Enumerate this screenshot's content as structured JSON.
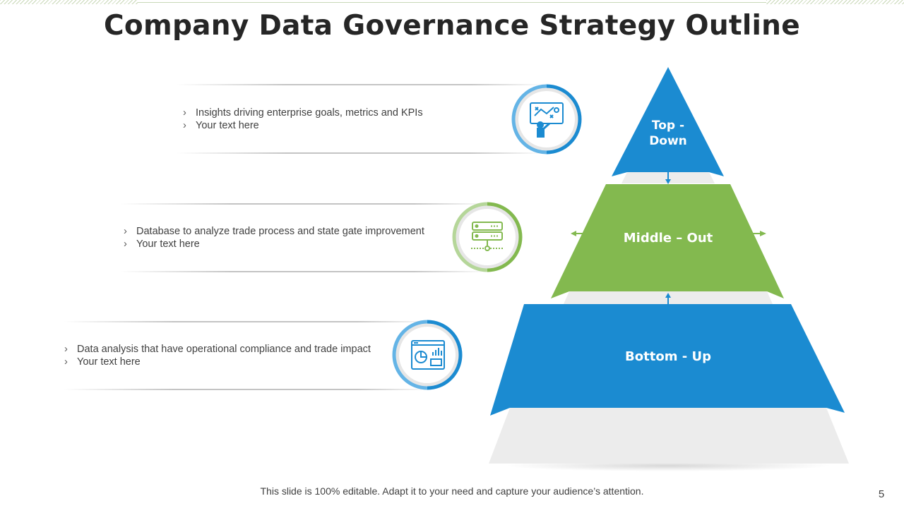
{
  "slide": {
    "title": "Company Data Governance Strategy Outline",
    "footer": "This slide is 100% editable. Adapt it to your need and capture your audience’s attention.",
    "page_number": "5"
  },
  "rows": [
    {
      "bullets": [
        "Insights driving enterprise  goals, metrics and KPIs",
        "Your text here"
      ],
      "icon": "strategy-board-icon"
    },
    {
      "bullets": [
        "Database to analyze trade process and state gate improvement",
        "Your text here"
      ],
      "icon": "database-server-icon"
    },
    {
      "bullets": [
        "Data analysis that have operational compliance and trade impact",
        "Your text here"
      ],
      "icon": "analytics-dashboard-icon"
    }
  ],
  "bullet_marker": "›",
  "pyramid": {
    "top": {
      "line1": "Top -",
      "line2": "Down"
    },
    "middle": "Middle – Out",
    "bottom": "Bottom - Up"
  },
  "colors": {
    "blue": "#1b8bd1",
    "green": "#83b94f",
    "gray": "#ececec",
    "title": "#262626"
  }
}
